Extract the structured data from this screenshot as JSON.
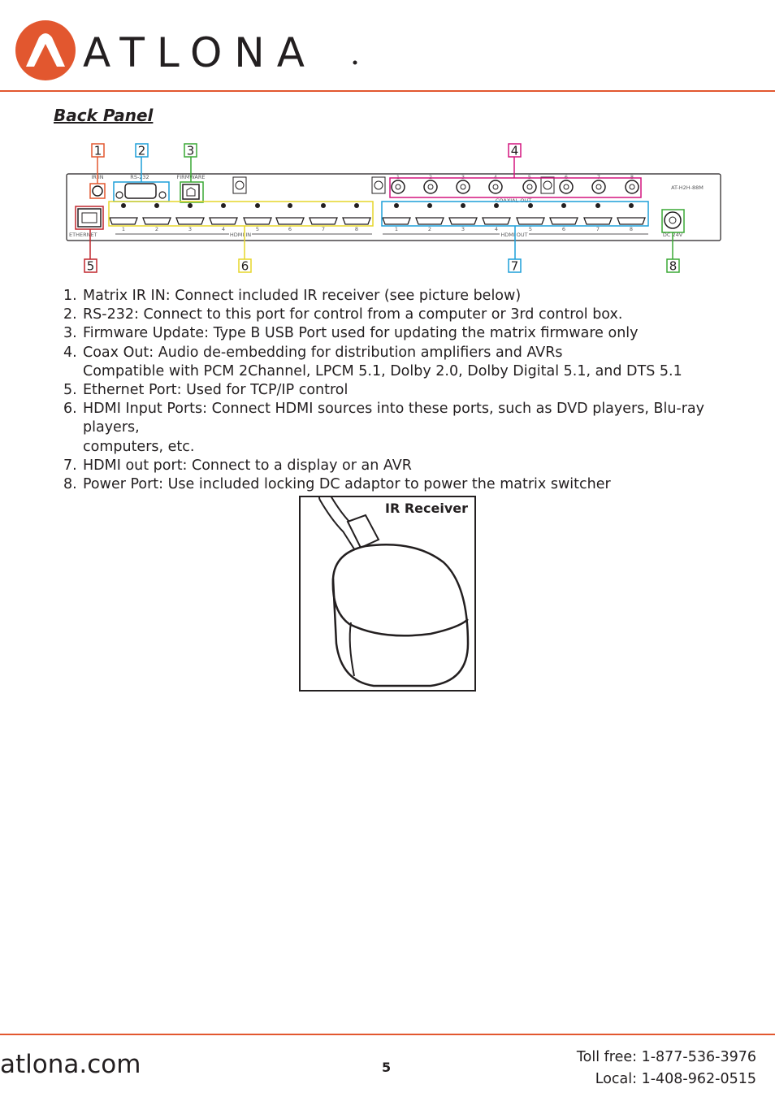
{
  "brand": {
    "wordmark": "ATLONA",
    "accent_color": "#e2572f",
    "logo_icon": "atlona-arch-logo-icon"
  },
  "section": {
    "title": "Back Panel"
  },
  "panel": {
    "model": "AT-H2H-88M",
    "labels": {
      "ir_in": "IR IN",
      "rs232": "RS-232",
      "firmware": "FIRMWARE",
      "coaxial_out": "COAXIAL OUT",
      "ethernet": "ETHERNET",
      "hdmi_in": "HDMI IN",
      "hdmi_out": "HDMI OUT",
      "dc": "DC 24V"
    },
    "port_numbers": [
      "1",
      "2",
      "3",
      "4",
      "5",
      "6",
      "7",
      "8"
    ],
    "callouts": [
      {
        "num": "1",
        "color": "#e2572f"
      },
      {
        "num": "2",
        "color": "#1d9fd9"
      },
      {
        "num": "3",
        "color": "#3aa935"
      },
      {
        "num": "4",
        "color": "#d4157f"
      },
      {
        "num": "5",
        "color": "#c1272d"
      },
      {
        "num": "6",
        "color": "#e6d52a"
      },
      {
        "num": "7",
        "color": "#1d9fd9"
      },
      {
        "num": "8",
        "color": "#3aa935"
      }
    ]
  },
  "items": [
    {
      "num": "1.",
      "lines": [
        "Matrix IR IN: Connect included IR receiver (see picture below)"
      ]
    },
    {
      "num": "2.",
      "lines": [
        "RS-232: Connect to this port for control from a computer or 3rd control box."
      ]
    },
    {
      "num": "3.",
      "lines": [
        "Firmware Update: Type B USB Port used for updating the matrix firmware only"
      ]
    },
    {
      "num": "4.",
      "lines": [
        "Coax Out: Audio de-embedding for distribution amplifiers and AVRs",
        "Compatible with PCM 2Channel, LPCM 5.1, Dolby 2.0, Dolby Digital 5.1, and DTS 5.1"
      ]
    },
    {
      "num": "5.",
      "lines": [
        "Ethernet Port: Used for TCP/IP control"
      ]
    },
    {
      "num": "6.",
      "lines": [
        "HDMI Input Ports: Connect HDMI sources into these ports, such as DVD players, Blu-ray players,",
        "computers, etc."
      ]
    },
    {
      "num": "7.",
      "lines": [
        "HDMI out port: Connect to a display or an AVR"
      ]
    },
    {
      "num": "8.",
      "lines": [
        "Power Port: Use included locking DC adaptor to power the matrix switcher"
      ]
    }
  ],
  "ir_receiver": {
    "label": "IR Receiver"
  },
  "footer": {
    "site": "atlona.com",
    "page": "5",
    "toll_free": "Toll free: 1-877-536-3976",
    "local": "Local: 1-408-962-0515"
  }
}
